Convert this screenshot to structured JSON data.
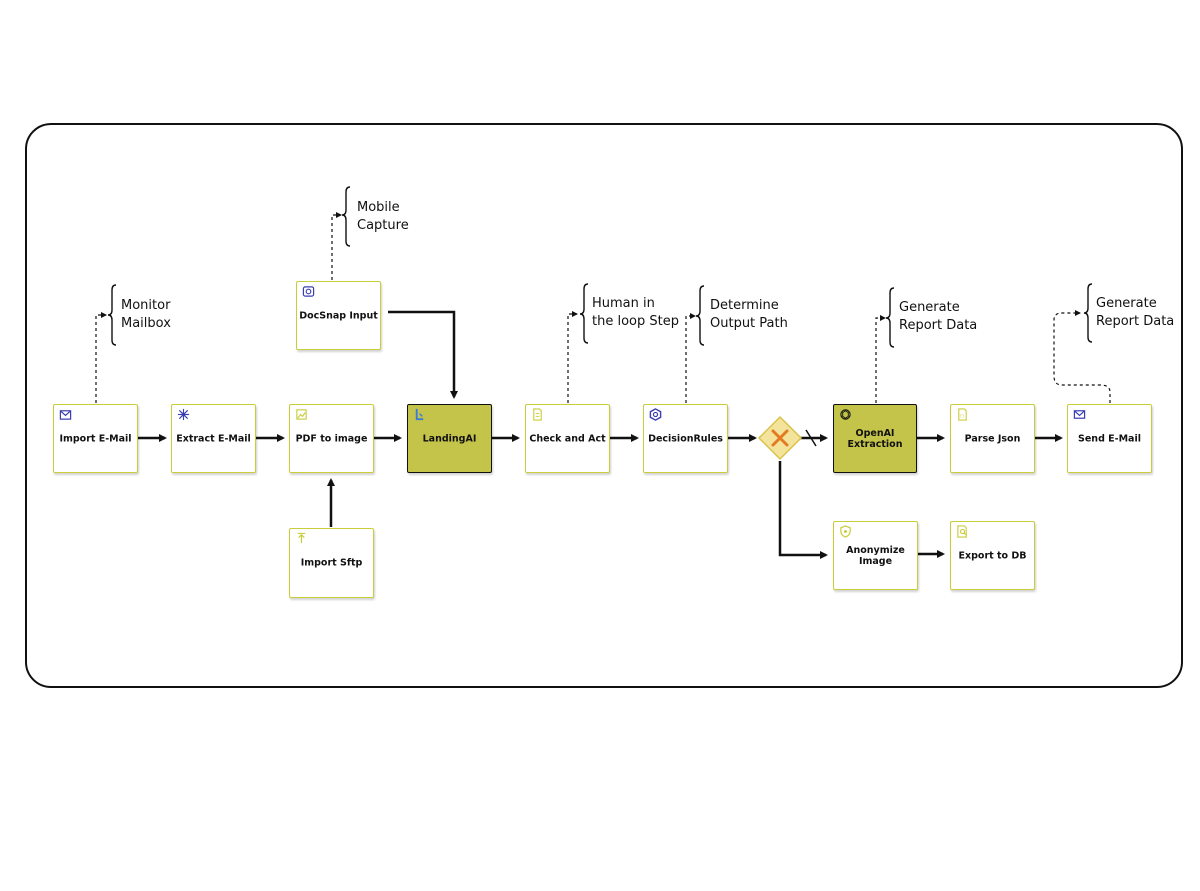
{
  "colors": {
    "node_border": "#c9cd3a",
    "highlight_fill": "#c5c44a",
    "gateway_fill": "#f4e49b",
    "gateway_mark": "#e27b22",
    "icon_blue": "#3b3fb0"
  },
  "nodes": {
    "import_email": {
      "label": "Import E-Mail",
      "icon": "mail-icon"
    },
    "extract_email": {
      "label": "Extract E-Mail",
      "icon": "network-icon"
    },
    "pdf_to_image": {
      "label": "PDF to image",
      "icon": "image-icon"
    },
    "landing_ai": {
      "label": "LandingAI",
      "icon": "landingai-logo-icon"
    },
    "check_and_act": {
      "label": "Check and Act",
      "icon": "document-icon"
    },
    "decision_rules": {
      "label": "DecisionRules",
      "icon": "hexagon-icon"
    },
    "openai_extraction": {
      "label": "OpenAI Extraction",
      "icon": "openai-logo-icon"
    },
    "parse_json": {
      "label": "Parse Json",
      "icon": "json-file-icon"
    },
    "send_email": {
      "label": "Send E-Mail",
      "icon": "mail-icon"
    },
    "docsnap_input": {
      "label": "DocSnap Input",
      "icon": "camera-icon"
    },
    "import_sftp": {
      "label": "Import Sftp",
      "icon": "upload-icon"
    },
    "anonymize_image": {
      "label": "Anonymize Image",
      "icon": "shield-icon"
    },
    "export_to_db": {
      "label": "Export to DB",
      "icon": "database-search-icon"
    }
  },
  "annotations": {
    "monitor_mailbox": [
      "Monitor",
      "Mailbox"
    ],
    "mobile_capture": [
      "Mobile",
      "Capture"
    ],
    "human_in_loop": [
      "Human in",
      "the loop Step"
    ],
    "determine_output": [
      "Determine",
      "Output Path"
    ],
    "generate_report_1": [
      "Generate",
      "Report Data"
    ],
    "generate_report_2": [
      "Generate",
      "Report Data"
    ]
  },
  "gateway": {
    "type": "exclusive",
    "icon": "x-mark-icon"
  }
}
